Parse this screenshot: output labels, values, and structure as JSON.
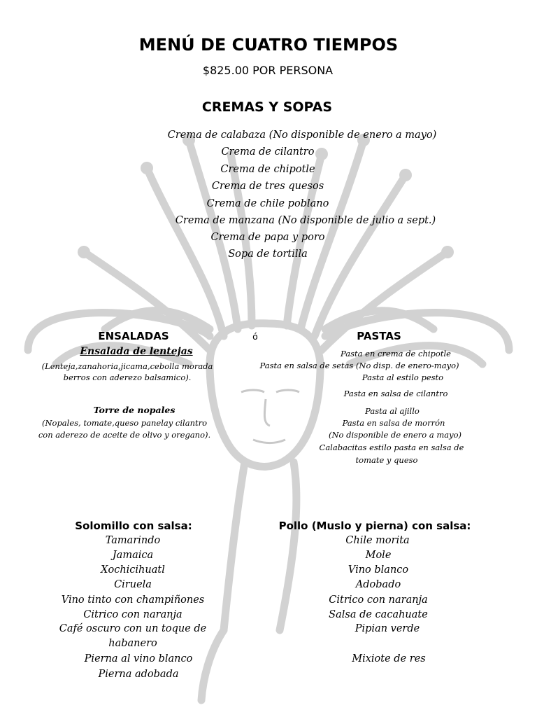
{
  "title": "MENÚ DE CUATRO TIEMPOS",
  "price": "$825.00 POR PERSONA",
  "sopas": {
    "heading": "CREMAS Y SOPAS",
    "items": [
      "Crema de calabaza (No disponible de enero a mayo)",
      "Crema de cilantro",
      "Crema de chipotle",
      "Crema de tres quesos",
      "Crema de chile poblano",
      "Crema de manzana (No disponible de julio a sept.)",
      "Crema de papa y poro",
      "Sopa de tortilla"
    ]
  },
  "ensaladas": {
    "heading": "ENSALADAS",
    "separator": "ó",
    "item1_name": "Ensalada de lentejas",
    "item1_desc_1": "(Lenteja,zanahoria,jicama,cebolla morada",
    "item1_desc_2": "berros con aderezo balsamico).",
    "item2_name": "Torre de nopales",
    "item2_desc_1": "(Nopales, tomate,queso panelay cilantro",
    "item2_desc_2": "con aderezo de aceite de olivo y oregano)."
  },
  "pastas": {
    "heading": "PASTAS",
    "items": [
      "Pasta en crema de chipotle",
      "Pasta en salsa de setas (No disp. de enero-mayo)",
      "Pasta al estilo pesto",
      "Pasta en salsa de cilantro",
      "Pasta al ajillo",
      "Pasta en salsa de morrón",
      "(No disponible de enero a mayo)",
      "Calabacitas estilo pasta en salsa de",
      "tomate y queso"
    ]
  },
  "solomillo": {
    "heading": "Solomillo con salsa:",
    "items": [
      "Tamarindo",
      "Jamaica",
      "Xochicihuatl",
      "Ciruela",
      "Vino tinto con champiñones",
      "Citrico con naranja",
      "Café oscuro con un toque de",
      "habanero",
      "Pierna al vino blanco",
      "Pierna adobada"
    ]
  },
  "pollo": {
    "heading": "Pollo (Muslo y pierna) con salsa:",
    "items": [
      "Chile morita",
      "Mole",
      "Vino blanco",
      "Adobado",
      "Citrico con naranja",
      "Salsa de cacahuate",
      "Pipian verde",
      "Mixiote de res"
    ]
  },
  "colors": {
    "text": "#000000",
    "watermark": "#cfcfcf"
  }
}
